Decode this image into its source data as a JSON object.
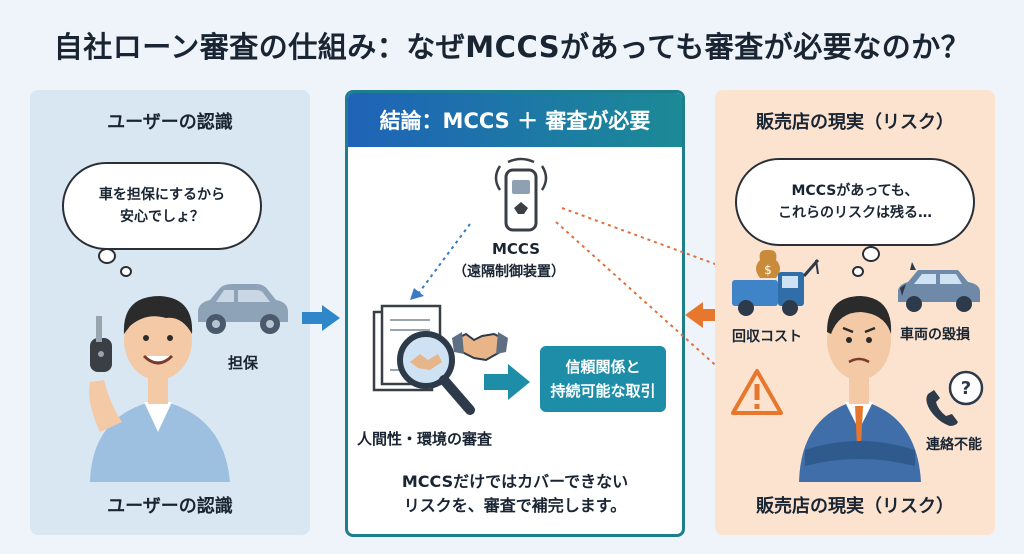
{
  "title": "自社ローン審査の仕組み：なぜMCCSがあっても審査が必要なのか？",
  "left_panel": {
    "heading": "ユーザーの認識",
    "bubble_line1": "車を担保にするから",
    "bubble_line2": "安心でしょ？",
    "collateral_label": "担保",
    "footer": "ユーザーの認識"
  },
  "center_panel": {
    "heading": "結論：MCCS ＋ 審査が必要",
    "device_label": "MCCS",
    "device_sublabel": "（遠隔制御装置）",
    "screening_label": "人間性・環境の審査",
    "result_line1": "信頼関係と",
    "result_line2": "持続可能な取引",
    "footer_line1": "MCCSだけではカバーできない",
    "footer_line2": "リスクを、審査で補完します。"
  },
  "right_panel": {
    "heading": "販売店の現実（リスク）",
    "bubble_line1": "MCCSがあっても、",
    "bubble_line2": "これらのリスクは残る…",
    "risk_recovery": "回収コスト",
    "risk_damage": "車両の毀損",
    "risk_contact": "連絡不能",
    "footer": "販売店の現実（リスク）"
  },
  "colors": {
    "background": "#eef4fa",
    "left_panel": "#d9e7f3",
    "right_panel": "#fbe3cf",
    "accent_blue": "#2f86c8",
    "accent_orange": "#e8772e",
    "teal": "#1d8da8"
  },
  "icons": [
    "car-icon",
    "key-icon",
    "smart-device-icon",
    "document-magnifier-icon",
    "handshake-icon",
    "tow-truck-icon",
    "money-bag-icon",
    "damaged-car-icon",
    "warning-icon",
    "phone-question-icon",
    "worried-businessman-icon",
    "smiling-user-icon"
  ]
}
